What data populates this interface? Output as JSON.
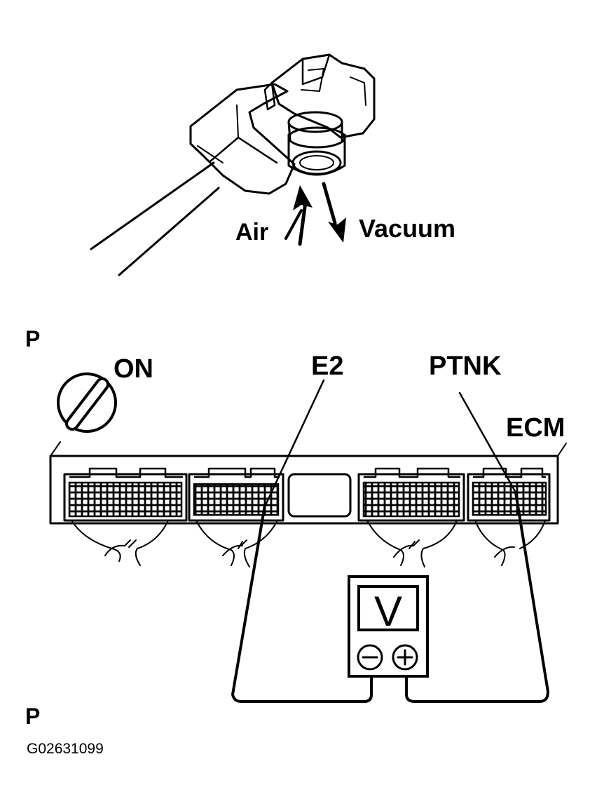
{
  "labels": {
    "air": "Air",
    "vacuum": "Vacuum",
    "p_top": "P",
    "on": "ON",
    "e2": "E2",
    "ptnk": "PTNK",
    "ecm": "ECM",
    "voltmeter": "V",
    "p_bottom": "P",
    "figure_code": "G02631099"
  },
  "colors": {
    "ink": "#000000",
    "paper": "#ffffff"
  },
  "icons": [
    "ignition-key-icon",
    "voltmeter-icon",
    "minus-icon",
    "plus-icon",
    "arrow-up-icon",
    "arrow-down-icon"
  ]
}
